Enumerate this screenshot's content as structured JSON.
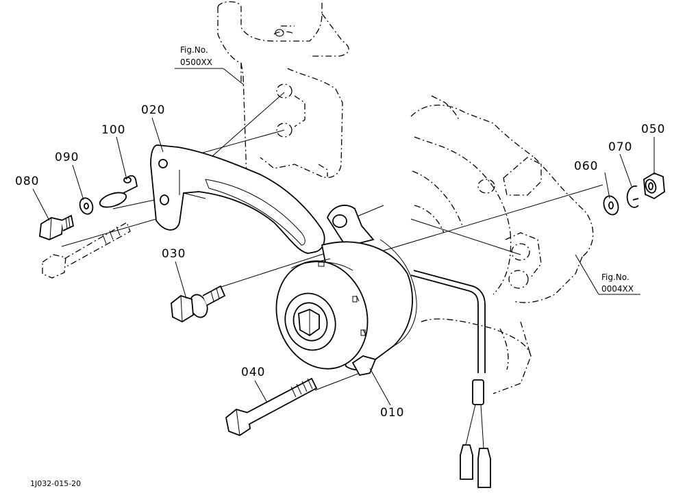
{
  "parts": {
    "p010": "010",
    "p020": "020",
    "p030": "030",
    "p040": "040",
    "p050": "050",
    "p060": "060",
    "p070": "070",
    "p080": "080",
    "p090": "090",
    "p100": "100"
  },
  "figrefs": {
    "top": {
      "line1": "Fig.No.",
      "line2": "0500XX"
    },
    "right": {
      "line1": "Fig.No.",
      "line2": "0004XX"
    }
  },
  "drawing_code": "1J032-015-20"
}
